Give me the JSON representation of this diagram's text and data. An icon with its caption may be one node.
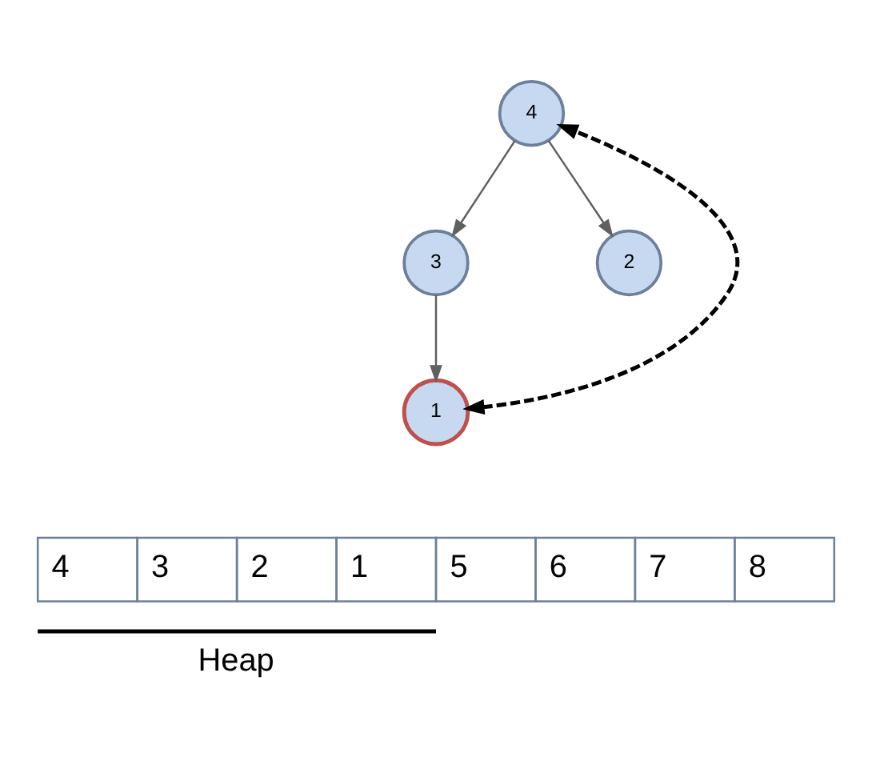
{
  "diagram": {
    "nodes": [
      {
        "text": [
          "4"
        ]
      },
      {
        "text": [
          "3"
        ]
      },
      {
        "text": [
          "2"
        ]
      },
      {
        "text": [
          "1"
        ]
      }
    ],
    "edges": [
      {
        "from": 0,
        "to": 1,
        "arrow": "to"
      },
      {
        "from": 0,
        "to": 2,
        "arrow": "to"
      },
      {
        "from": 1,
        "to": 3,
        "arrow": "to"
      },
      {
        "from": 3,
        "to": 0,
        "arrow": "both",
        "style": "dashed",
        "color": "#000000"
      }
    ],
    "labels": [
      "4",
      "3",
      "2",
      "1",
      "5",
      "6",
      "7",
      "8",
      "Heap"
    ]
  }
}
